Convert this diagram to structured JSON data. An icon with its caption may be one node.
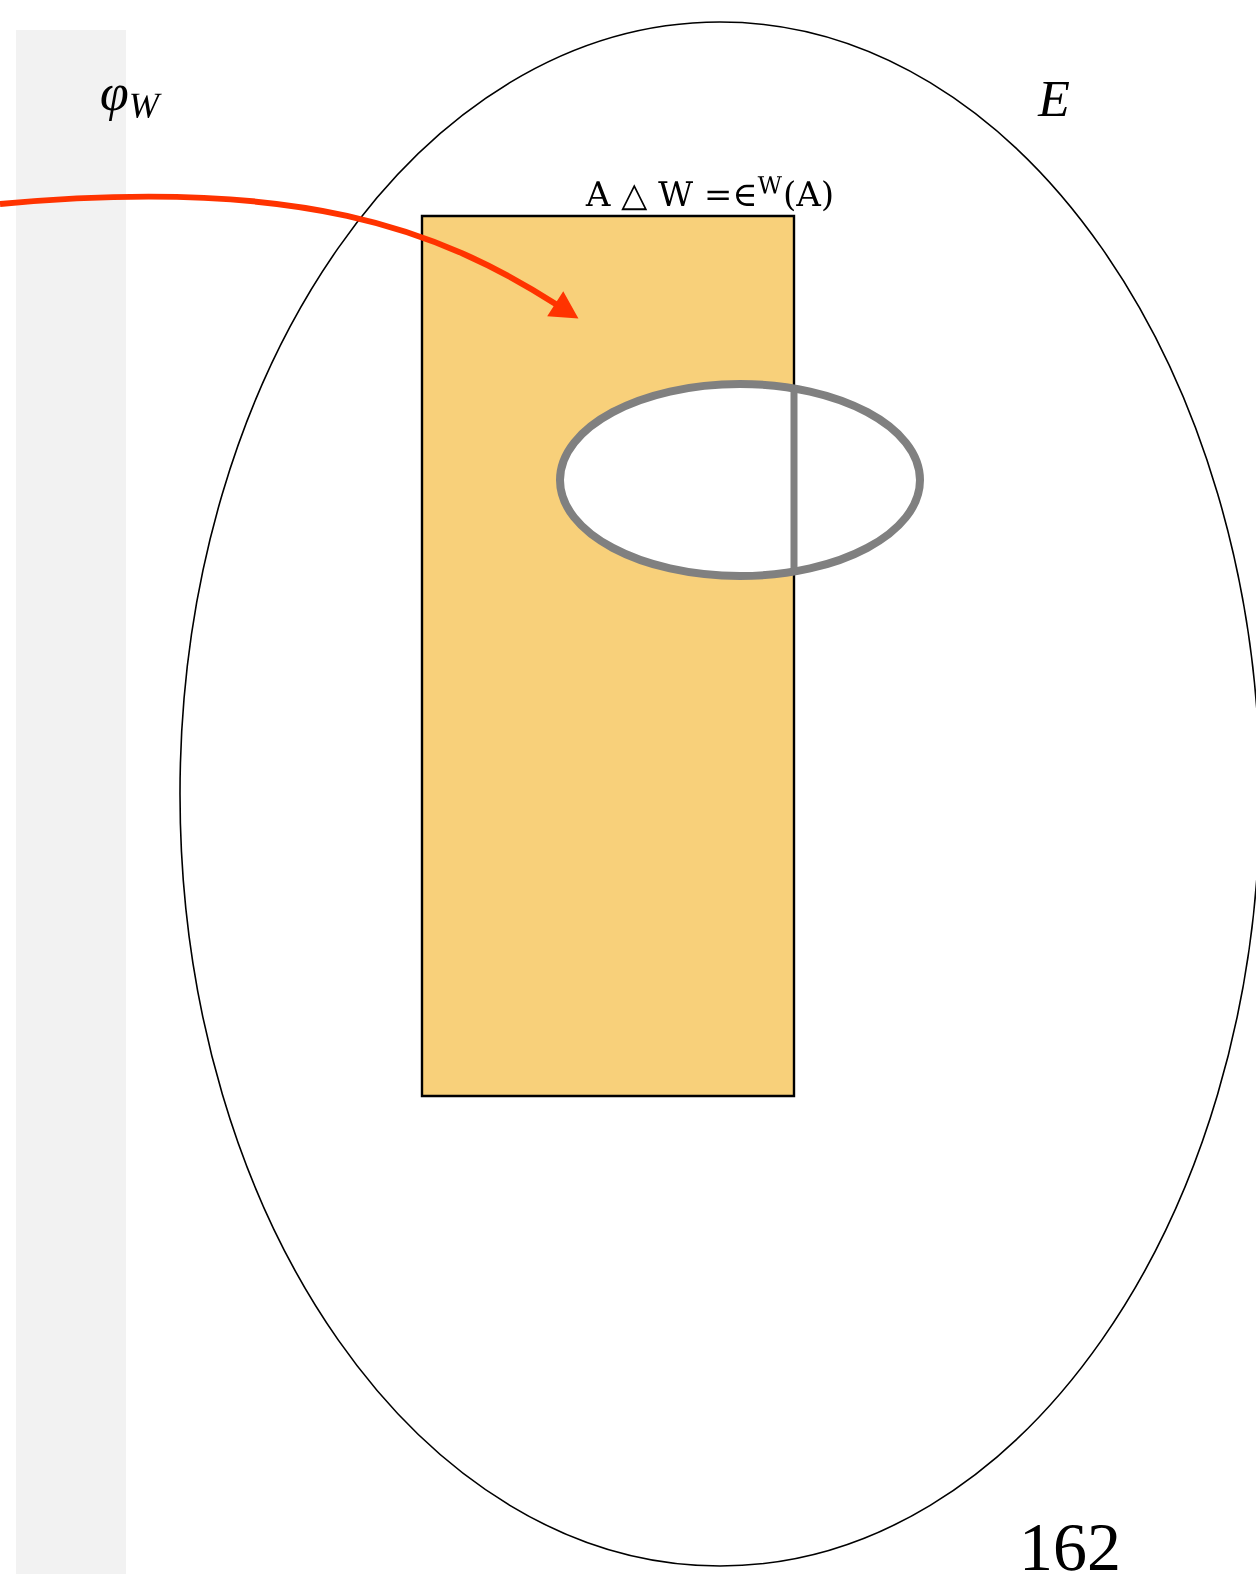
{
  "diagram": {
    "nodes": [
      {
        "text": [
          "E"
        ]
      },
      {
        "text": [
          "A △ W =∈$^{W}$(A)"
        ],
        "in": 0
      },
      {
        "text": [],
        "shape": "ellipse",
        "in": 0
      }
    ],
    "edges": [
      {
        "from": null,
        "to": 1,
        "arrow": "to",
        "label": "φ$_{W}$",
        "color": "#ff3300"
      }
    ],
    "labels": [
      "162"
    ]
  }
}
